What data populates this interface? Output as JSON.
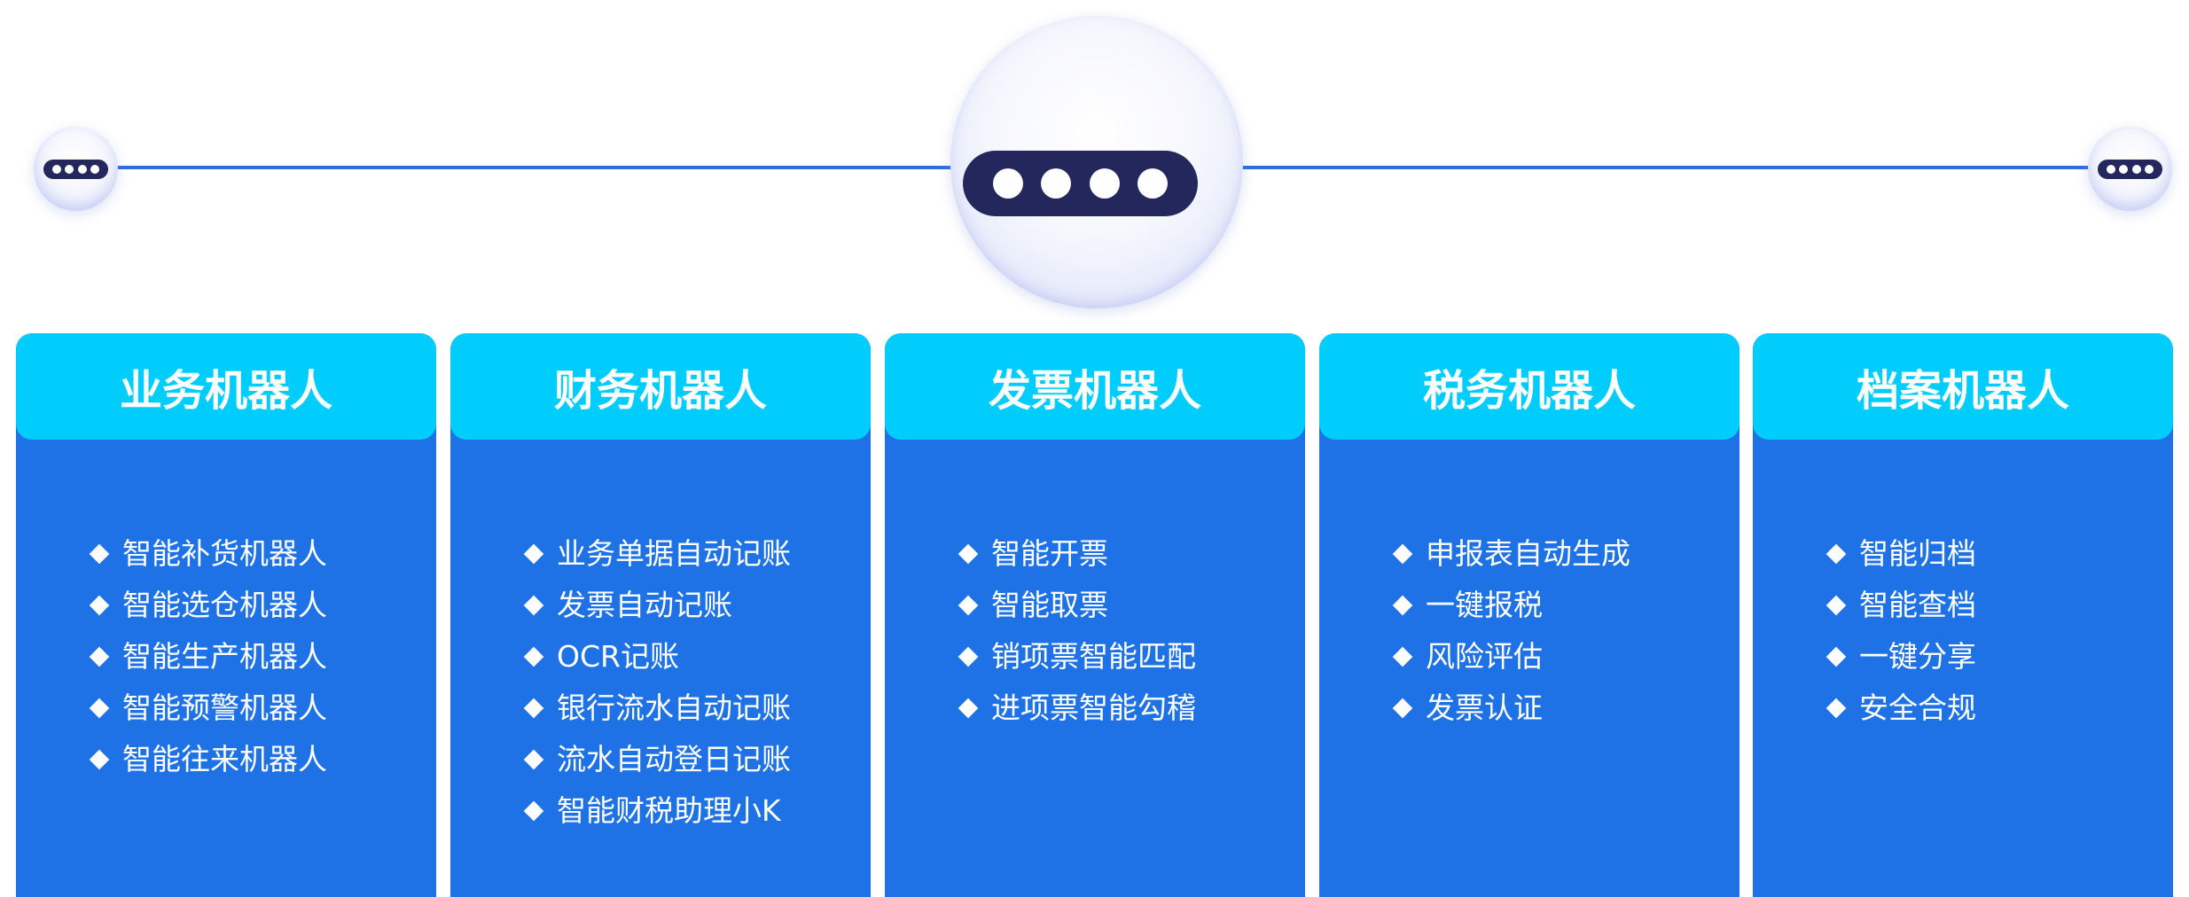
{
  "colors": {
    "card_body": "#1e72e6",
    "card_header": "#00cdfc",
    "timeline_line": "#2f6fdc",
    "pill": "#23275c"
  },
  "icons": [
    "ellipsis-pill-icon",
    "diamond-bullet-icon"
  ],
  "cards": [
    {
      "title": "业务机器人",
      "items": [
        "智能补货机器人",
        "智能选仓机器人",
        "智能生产机器人",
        "智能预警机器人",
        "智能往来机器人"
      ]
    },
    {
      "title": "财务机器人",
      "items": [
        "业务单据自动记账",
        "发票自动记账",
        "OCR记账",
        "银行流水自动记账",
        "流水自动登日记账",
        "智能财税助理小K"
      ]
    },
    {
      "title": "发票机器人",
      "items": [
        "智能开票",
        "智能取票",
        "销项票智能匹配",
        "进项票智能勾稽"
      ]
    },
    {
      "title": "税务机器人",
      "items": [
        "申报表自动生成",
        "一键报税",
        "风险评估",
        "发票认证"
      ]
    },
    {
      "title": "档案机器人",
      "items": [
        "智能归档",
        "智能查档",
        "一键分享",
        "安全合规"
      ]
    }
  ]
}
